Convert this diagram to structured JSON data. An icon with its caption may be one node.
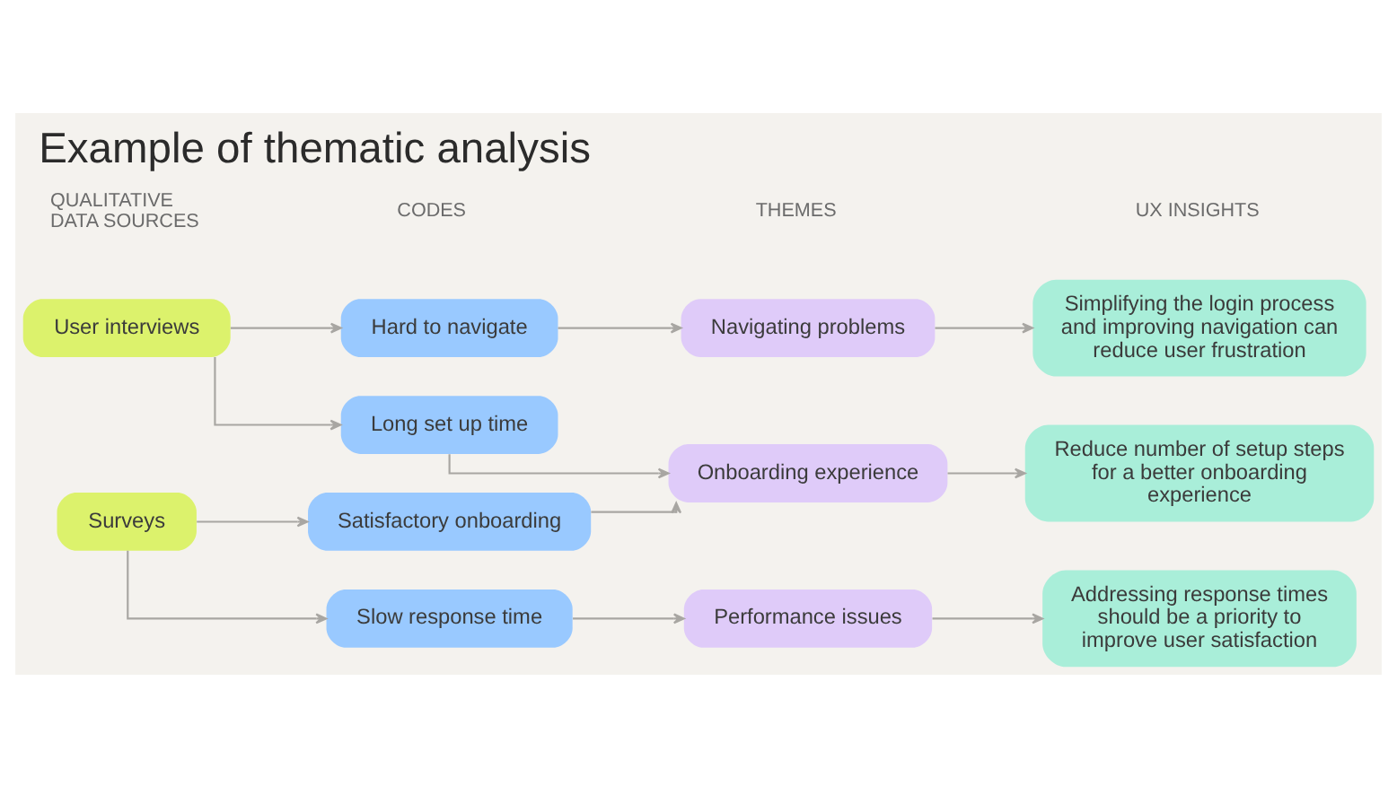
{
  "diagram": {
    "title": "Example of thematic analysis",
    "nodes": [
      {
        "text": [
          "User interviews"
        ]
      },
      {
        "text": [
          "Hard to navigate"
        ]
      },
      {
        "text": [
          "Navigating problems"
        ]
      },
      {
        "text": [
          "Simplifying the login process and improving navigation can reduce user frustration"
        ]
      },
      {
        "text": [
          "Long set up time"
        ]
      },
      {
        "text": [
          "Onboarding experience"
        ]
      },
      {
        "text": [
          "Reduce number of setup steps for a better onboarding experience"
        ]
      },
      {
        "text": [
          "Surveys"
        ]
      },
      {
        "text": [
          "Satisfactory onboarding"
        ]
      },
      {
        "text": [
          "Slow response time"
        ]
      },
      {
        "text": [
          "Performance issues"
        ]
      },
      {
        "text": [
          "Addressing response times should be a priority to improve user satisfaction"
        ]
      }
    ],
    "edges": [
      {
        "from": 0,
        "to": 1,
        "arrow": "to"
      },
      {
        "from": 0,
        "to": 4,
        "arrow": "to"
      },
      {
        "from": 1,
        "to": 2,
        "arrow": "to"
      },
      {
        "from": 2,
        "to": 3,
        "arrow": "to"
      },
      {
        "from": 4,
        "to": 5,
        "arrow": "to"
      },
      {
        "from": 5,
        "to": 6,
        "arrow": "to"
      },
      {
        "from": 7,
        "to": 8,
        "arrow": "to"
      },
      {
        "from": 7,
        "to": 9,
        "arrow": "to"
      },
      {
        "from": 8,
        "to": 5,
        "arrow": "to"
      },
      {
        "from": 9,
        "to": 10,
        "arrow": "to"
      },
      {
        "from": 10,
        "to": 11,
        "arrow": "to"
      }
    ],
    "labels": [
      "QUALITATIVE DATA SOURCES",
      "CODES",
      "THEMES",
      "UX INSIGHTS"
    ]
  }
}
